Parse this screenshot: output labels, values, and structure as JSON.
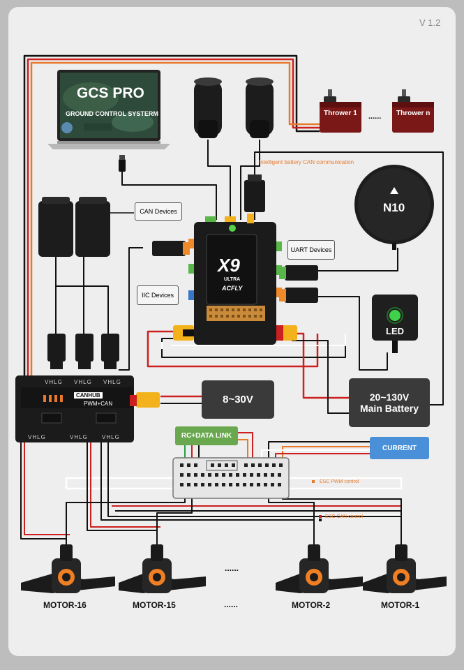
{
  "version": "V 1.2",
  "laptop": {
    "title": "GCS PRO",
    "subtitle": "GROUND CONTROL SYSTERM"
  },
  "throwers": {
    "first": "Thrower 1",
    "ellipsis": "......",
    "last": "Thrower n"
  },
  "labels": {
    "can_devices": "CAN Devices",
    "battery_can": "Intelligent battery CAN communication",
    "uart_devices": "UART Devices",
    "iic_devices": "IIC Devices",
    "gps": "N10",
    "led": "LED",
    "power_8_30": "8~30V",
    "main_battery_line1": "20~130V",
    "main_battery_line2": "Main Battery",
    "rc_data_link": "RC+DATA LINK",
    "current": "CURRENT",
    "esc_pwm": "ESC PWM control",
    "esc_can": "ESC CAN control"
  },
  "flight_controller": {
    "name": "X9",
    "sub": "ULTRA",
    "brand": "ACFLY"
  },
  "canhub": {
    "brand": "CANHUB",
    "type": "PWM+CAN",
    "pins": "VHLG"
  },
  "motors": [
    "MOTOR-16",
    "MOTOR-15",
    "......",
    "MOTOR-2",
    "MOTOR-1"
  ],
  "motors_mid_dots": "......",
  "colors": {
    "card": "#eeeeee",
    "dark_box": "#3a3a3a",
    "rc_green": "#6aa84f",
    "current_blue": "#4a90d9",
    "wire_red": "#cc1f1f",
    "wire_orange": "#e8792b",
    "connector_orange": "#ef8a2a",
    "connector_yellow": "#f3b21b",
    "connector_green": "#59b649",
    "connector_blue": "#3776c8",
    "motor_orange": "#f07f24"
  }
}
